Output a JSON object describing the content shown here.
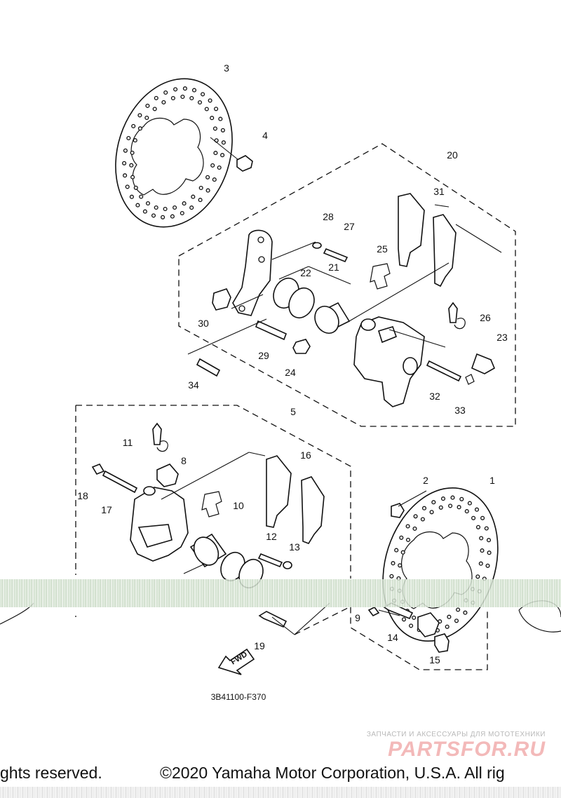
{
  "callouts": [
    "1",
    "2",
    "3",
    "4",
    "5",
    "8",
    "9",
    "10",
    "11",
    "12",
    "13",
    "14",
    "15",
    "16",
    "17",
    "18",
    "19",
    "20",
    "21",
    "22",
    "23",
    "24",
    "25",
    "26",
    "27",
    "28",
    "29",
    "30",
    "31",
    "32",
    "33",
    "34"
  ],
  "fwd_label": "FWD",
  "diagram_code": "3B41100-F370",
  "watermark": {
    "tagline": "ЗАПЧАСТИ И АКСЕССУАРЫ ДЛЯ МОТОТЕХНИКИ",
    "logo": "PARTSFOR.RU"
  },
  "footer": {
    "left": "ghts reserved.",
    "right": "©2020 Yamaha Motor Corporation, U.S.A. All rig"
  }
}
